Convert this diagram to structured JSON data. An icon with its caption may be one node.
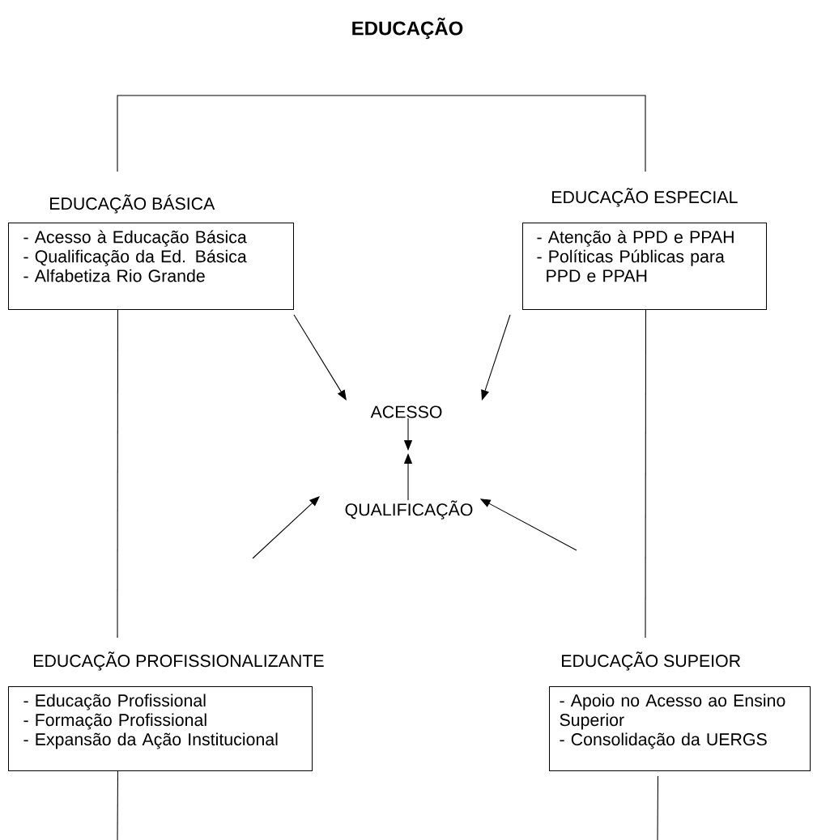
{
  "diagram": {
    "title": "EDUCAÇÃO",
    "nodes": [
      {
        "text": [
          "EDUCAÇÃO BÁSICA",
          "- Acesso à Educação Básica",
          "- Qualificação da Ed. Básica",
          "- Alfabetiza Rio Grande"
        ]
      },
      {
        "text": [
          "EDUCAÇÃO ESPECIAL",
          "- Atenção à PPD e PPAH",
          "- Políticas Públicas para PPD e PPAH"
        ]
      },
      {
        "text": [
          "ACESSO"
        ]
      },
      {
        "text": [
          "QUALIFICAÇÃO"
        ]
      },
      {
        "text": [
          "EDUCAÇÃO PROFISSIONALIZANTE",
          "- Educação Profissional",
          "- Formação Profissional",
          "- Expansão da Ação Institucional"
        ]
      },
      {
        "text": [
          "EDUCAÇÃO SUPEIOR",
          "- Apoio no Acesso ao Ensino Superior",
          "- Consolidação da UERGS"
        ]
      }
    ],
    "edges": [
      {
        "from": 0,
        "to": 1,
        "arrow": "none"
      },
      {
        "from": 0,
        "to": 4,
        "arrow": "none"
      },
      {
        "from": 1,
        "to": 5,
        "arrow": "none"
      },
      {
        "from": 4,
        "to": null,
        "arrow": "none"
      },
      {
        "from": 5,
        "to": null,
        "arrow": "none"
      },
      {
        "from": 0,
        "to": 2,
        "arrow": "to"
      },
      {
        "from": 1,
        "to": 2,
        "arrow": "to"
      },
      {
        "from": 2,
        "to": null,
        "arrow": "to"
      },
      {
        "from": 3,
        "to": null,
        "arrow": "to"
      },
      {
        "from": null,
        "to": 3,
        "arrow": "to"
      },
      {
        "from": null,
        "to": 3,
        "arrow": "to"
      }
    ]
  }
}
